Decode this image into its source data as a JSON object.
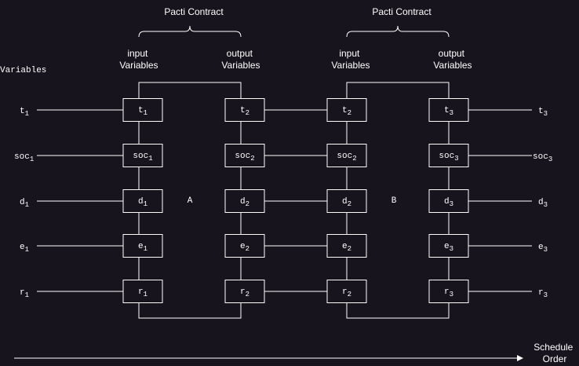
{
  "contract_label": "Pacti Contract",
  "input_label": [
    "input",
    "Variables"
  ],
  "output_label": [
    "output",
    "Variables"
  ],
  "variables_label": "Variables",
  "block_a": "A",
  "block_b": "B",
  "schedule_label": [
    "Schedule",
    "Order"
  ],
  "rows": [
    {
      "base": "t",
      "left": "1",
      "col1": "1",
      "col2": "2",
      "col3": "2",
      "col4": "3",
      "right": "3"
    },
    {
      "base": "soc",
      "left": "1",
      "col1": "1",
      "col2": "2",
      "col3": "2",
      "col4": "3",
      "right": "3"
    },
    {
      "base": "d",
      "left": "1",
      "col1": "1",
      "col2": "2",
      "col3": "2",
      "col4": "3",
      "right": "3"
    },
    {
      "base": "e",
      "left": "1",
      "col1": "1",
      "col2": "2",
      "col3": "2",
      "col4": "3",
      "right": "3"
    },
    {
      "base": "r",
      "left": "1",
      "col1": "1",
      "col2": "2",
      "col3": "2",
      "col4": "3",
      "right": "3"
    }
  ],
  "colors": {
    "background": "#18141d",
    "stroke": "#ffffff",
    "text": "#ffffff"
  }
}
